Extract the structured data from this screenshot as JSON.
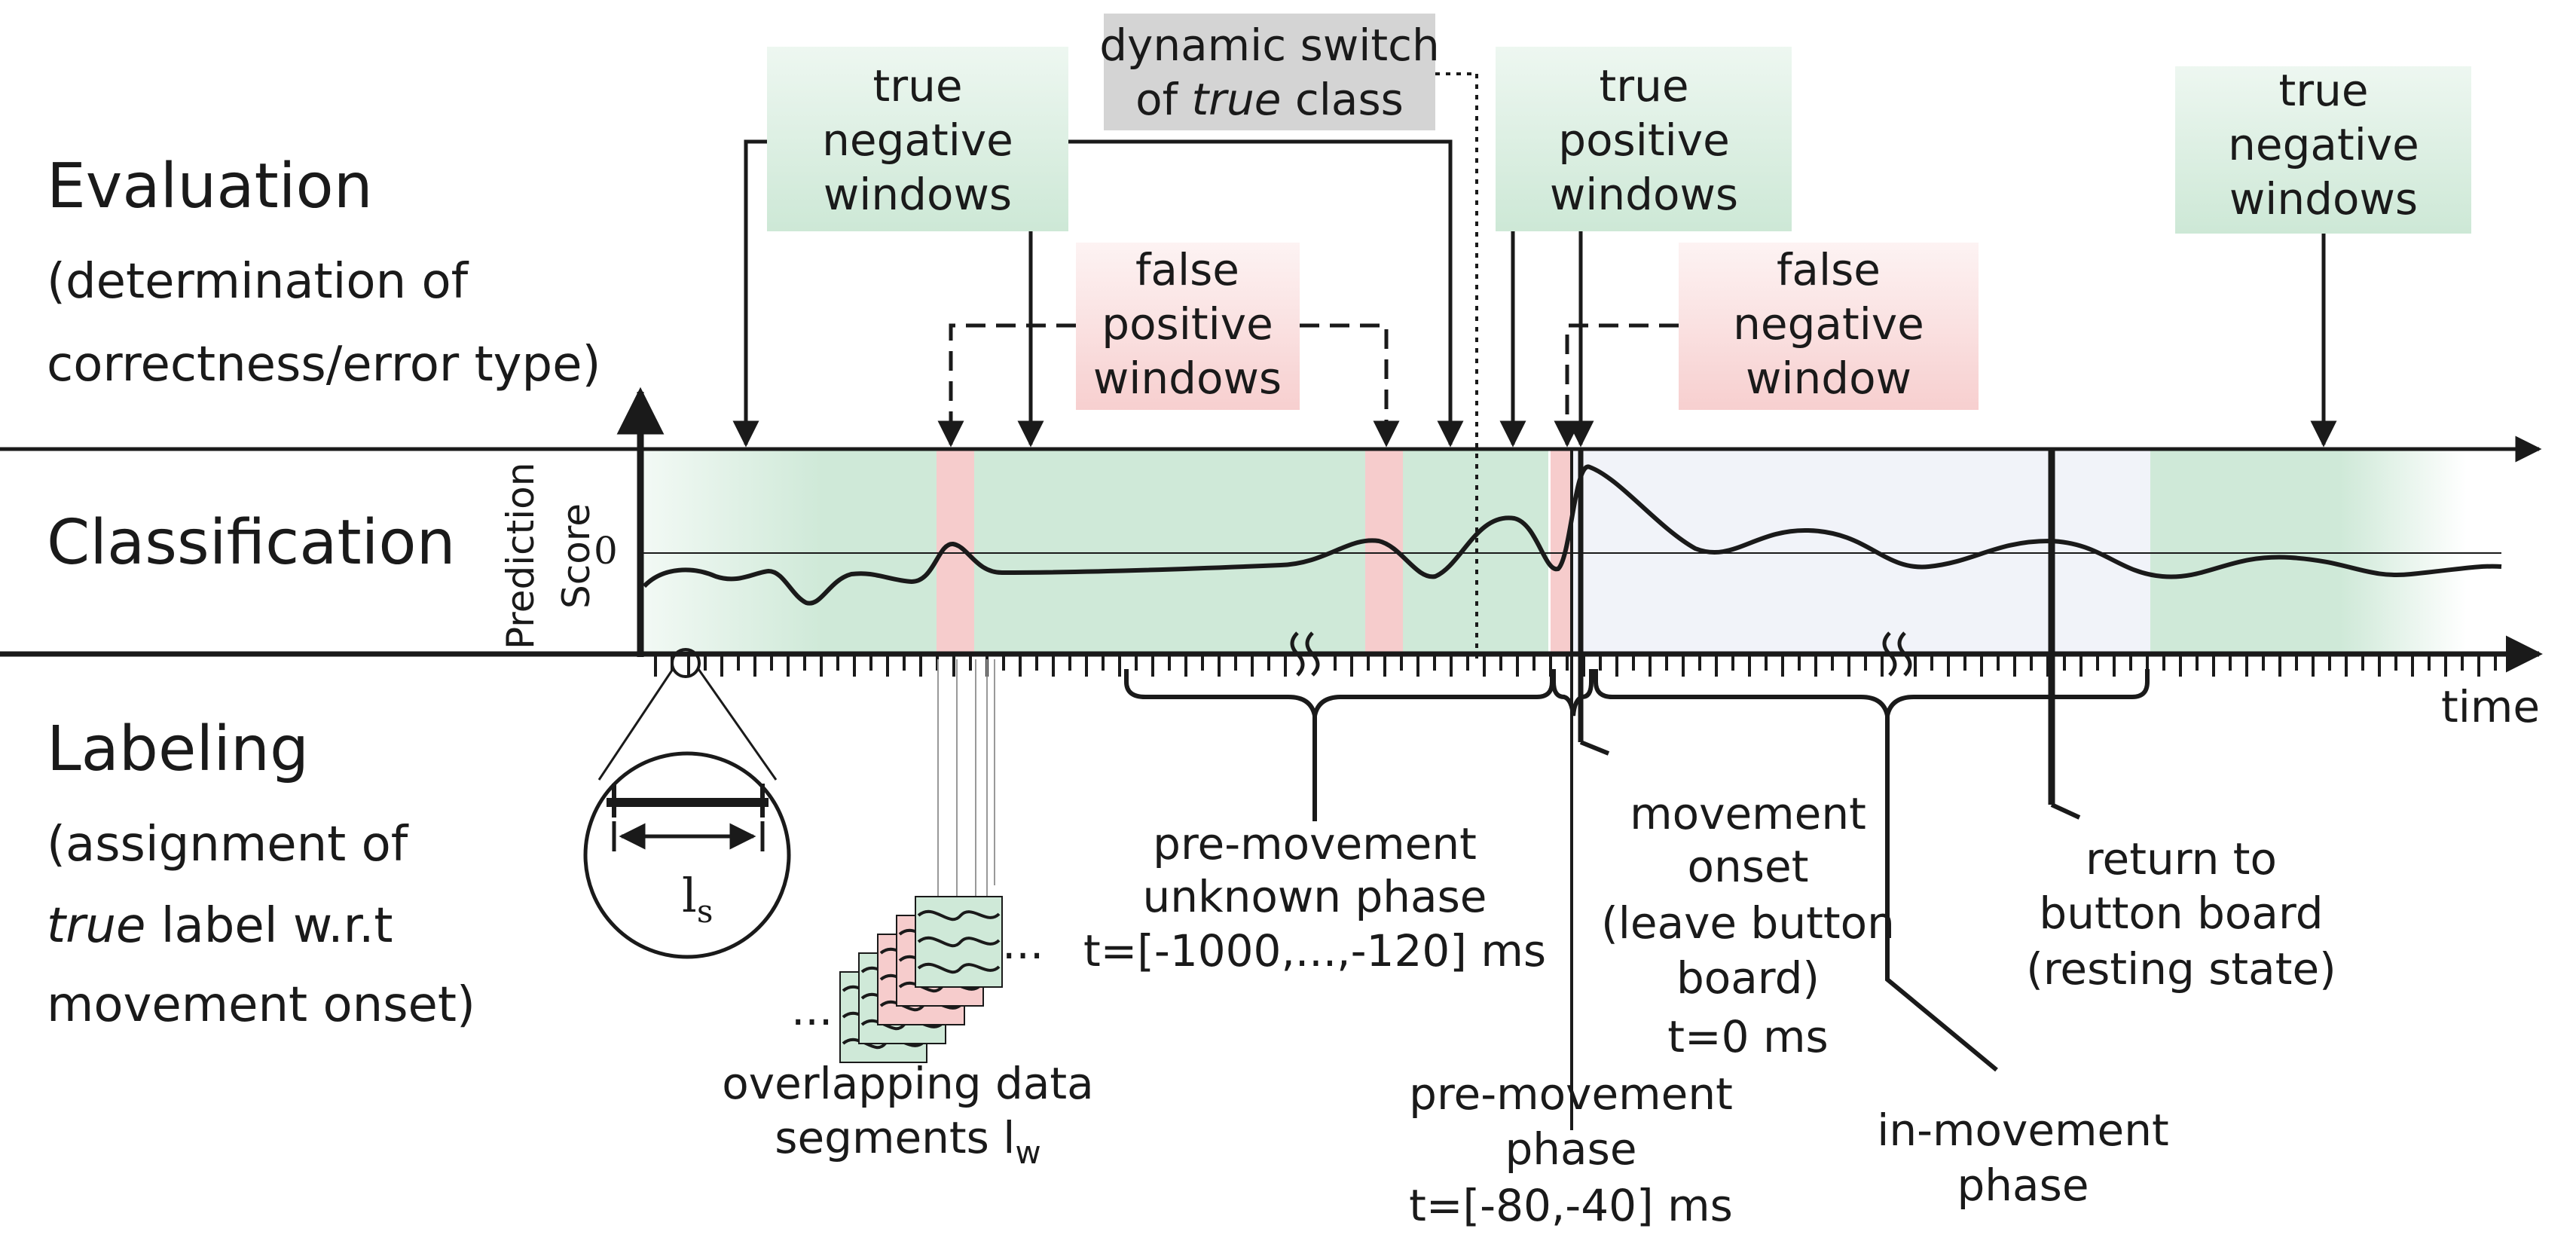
{
  "sections": {
    "evaluation": "Evaluation",
    "evaluation_sub1": "(determination of",
    "evaluation_sub2": "correctness/error type)",
    "classification": "Classification",
    "labeling": "Labeling",
    "labeling_sub1": "(assignment of",
    "labeling_sub2_italic": "true",
    "labeling_sub2_rest": " label w.r.t",
    "labeling_sub3": "movement onset)"
  },
  "axis": {
    "ylabel_line1": "Prediction",
    "ylabel_line2": "Score",
    "zero_tick": "0",
    "time_label": "time"
  },
  "evaluation_boxes": {
    "tn_left": [
      "true",
      "negative",
      "windows"
    ],
    "fp": [
      "false",
      "positive",
      "windows"
    ],
    "dynamic": {
      "line1": "dynamic switch",
      "line2_pre": "of ",
      "line2_italic": "true",
      "line2_post": " class"
    },
    "tp": [
      "true",
      "positive",
      "windows"
    ],
    "fn": [
      "false",
      "negative",
      "window"
    ],
    "tn_right": [
      "true",
      "negative",
      "windows"
    ]
  },
  "labels": {
    "ls": "l",
    "ls_sub": "s",
    "segments_line1": "overlapping data",
    "segments_line2": "segments l",
    "segments_sub": "w",
    "ellipsis": "...",
    "pre_unknown": [
      "pre-movement",
      "unknown phase",
      "t=[-1000,...,-120] ms"
    ],
    "onset": [
      "movement",
      "onset",
      "(leave button",
      "board)",
      "t=0 ms"
    ],
    "pre_phase": [
      "pre-movement",
      "phase",
      "t=[-80,-40] ms"
    ],
    "in_movement": [
      "in-movement",
      "phase"
    ],
    "return": [
      "return to",
      "button board",
      "(resting state)"
    ]
  },
  "colors": {
    "green": "#cfe9d8",
    "green_box": "#cde8d6",
    "red": "#f6cccc",
    "red_box": "#f7cfcf",
    "gray_box": "#d4d4d4",
    "light_blue": "#f1f3f9",
    "ink": "#1a1a1a"
  }
}
